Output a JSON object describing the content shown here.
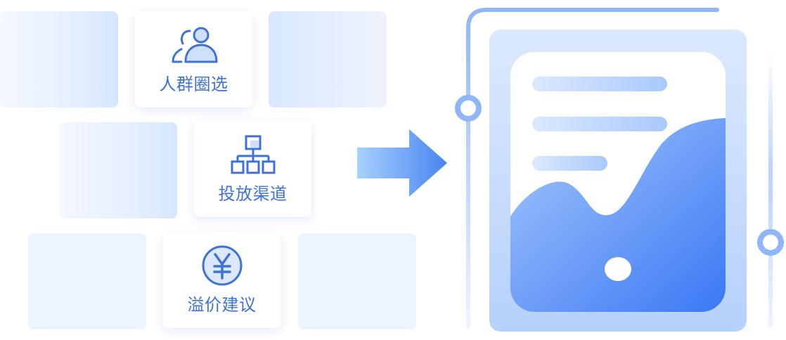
{
  "features": [
    {
      "label": "人群圈选",
      "icon": "users-icon"
    },
    {
      "label": "投放渠道",
      "icon": "hierarchy-icon"
    },
    {
      "label": "溢价建议",
      "icon": "yuan-icon"
    }
  ],
  "colors": {
    "accent": "#3f72d8",
    "light": "#d6e6ff",
    "arrow_start": "#a6ceff",
    "arrow_end": "#4a86f0",
    "device_frame": "#c8defd",
    "wave_dark": "#3c7cf6"
  }
}
